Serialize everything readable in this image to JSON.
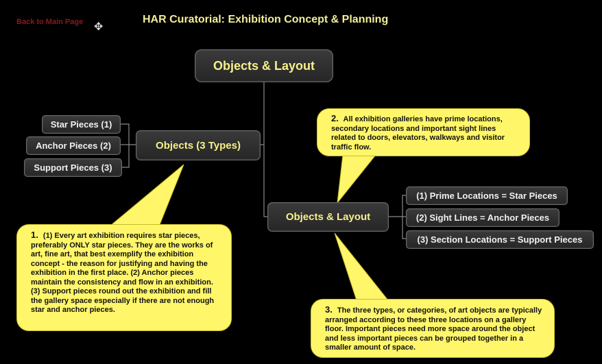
{
  "header": {
    "back_link": "Back to Main Page",
    "move_icon": "move-icon",
    "title": "HAR Curatorial: Exhibition Concept & Planning"
  },
  "nodes": {
    "root": "Objects & Layout",
    "objects_types": "Objects (3 Types)",
    "objects_layout": "Objects & Layout",
    "star_pieces": "Star Pieces (1)",
    "anchor_pieces": "Anchor Pieces (2)",
    "support_pieces": "Support Pieces (3)",
    "prime_locations": "(1) Prime Locations = Star Pieces",
    "sight_lines": "(2) Sight Lines = Anchor Pieces",
    "section_locations": "(3) Section Locations = Support Pieces"
  },
  "callouts": {
    "c1": {
      "number": "1.",
      "text": "(1) Every art exhibition requires star pieces, preferably ONLY star pieces. They are the works of art, fine art, that best exemplify the exhibition concept - the reason for justifying and having the exhibition in the first place. (2) Anchor pieces maintain the consistency and flow in an exhibition. (3) Support pieces round out the exhibition and fill the gallery space especially if there are not enough star and anchor pieces."
    },
    "c2": {
      "number": "2.",
      "text": "All exhibition galleries have prime locations, secondary locations and important sight lines related to doors, elevators, walkways and visitor traffic flow."
    },
    "c3": {
      "number": "3.",
      "text": "The three types, or categories, of art objects are typically arranged according to these three locations on a gallery floor. Important pieces need more space around the object and less important pieces can be grouped together in a smaller amount of space."
    }
  },
  "colors": {
    "background": "#000000",
    "node_title_text": "#f6f08a",
    "callout_fill": "#fff66a",
    "link_text": "#8b1a1a"
  }
}
